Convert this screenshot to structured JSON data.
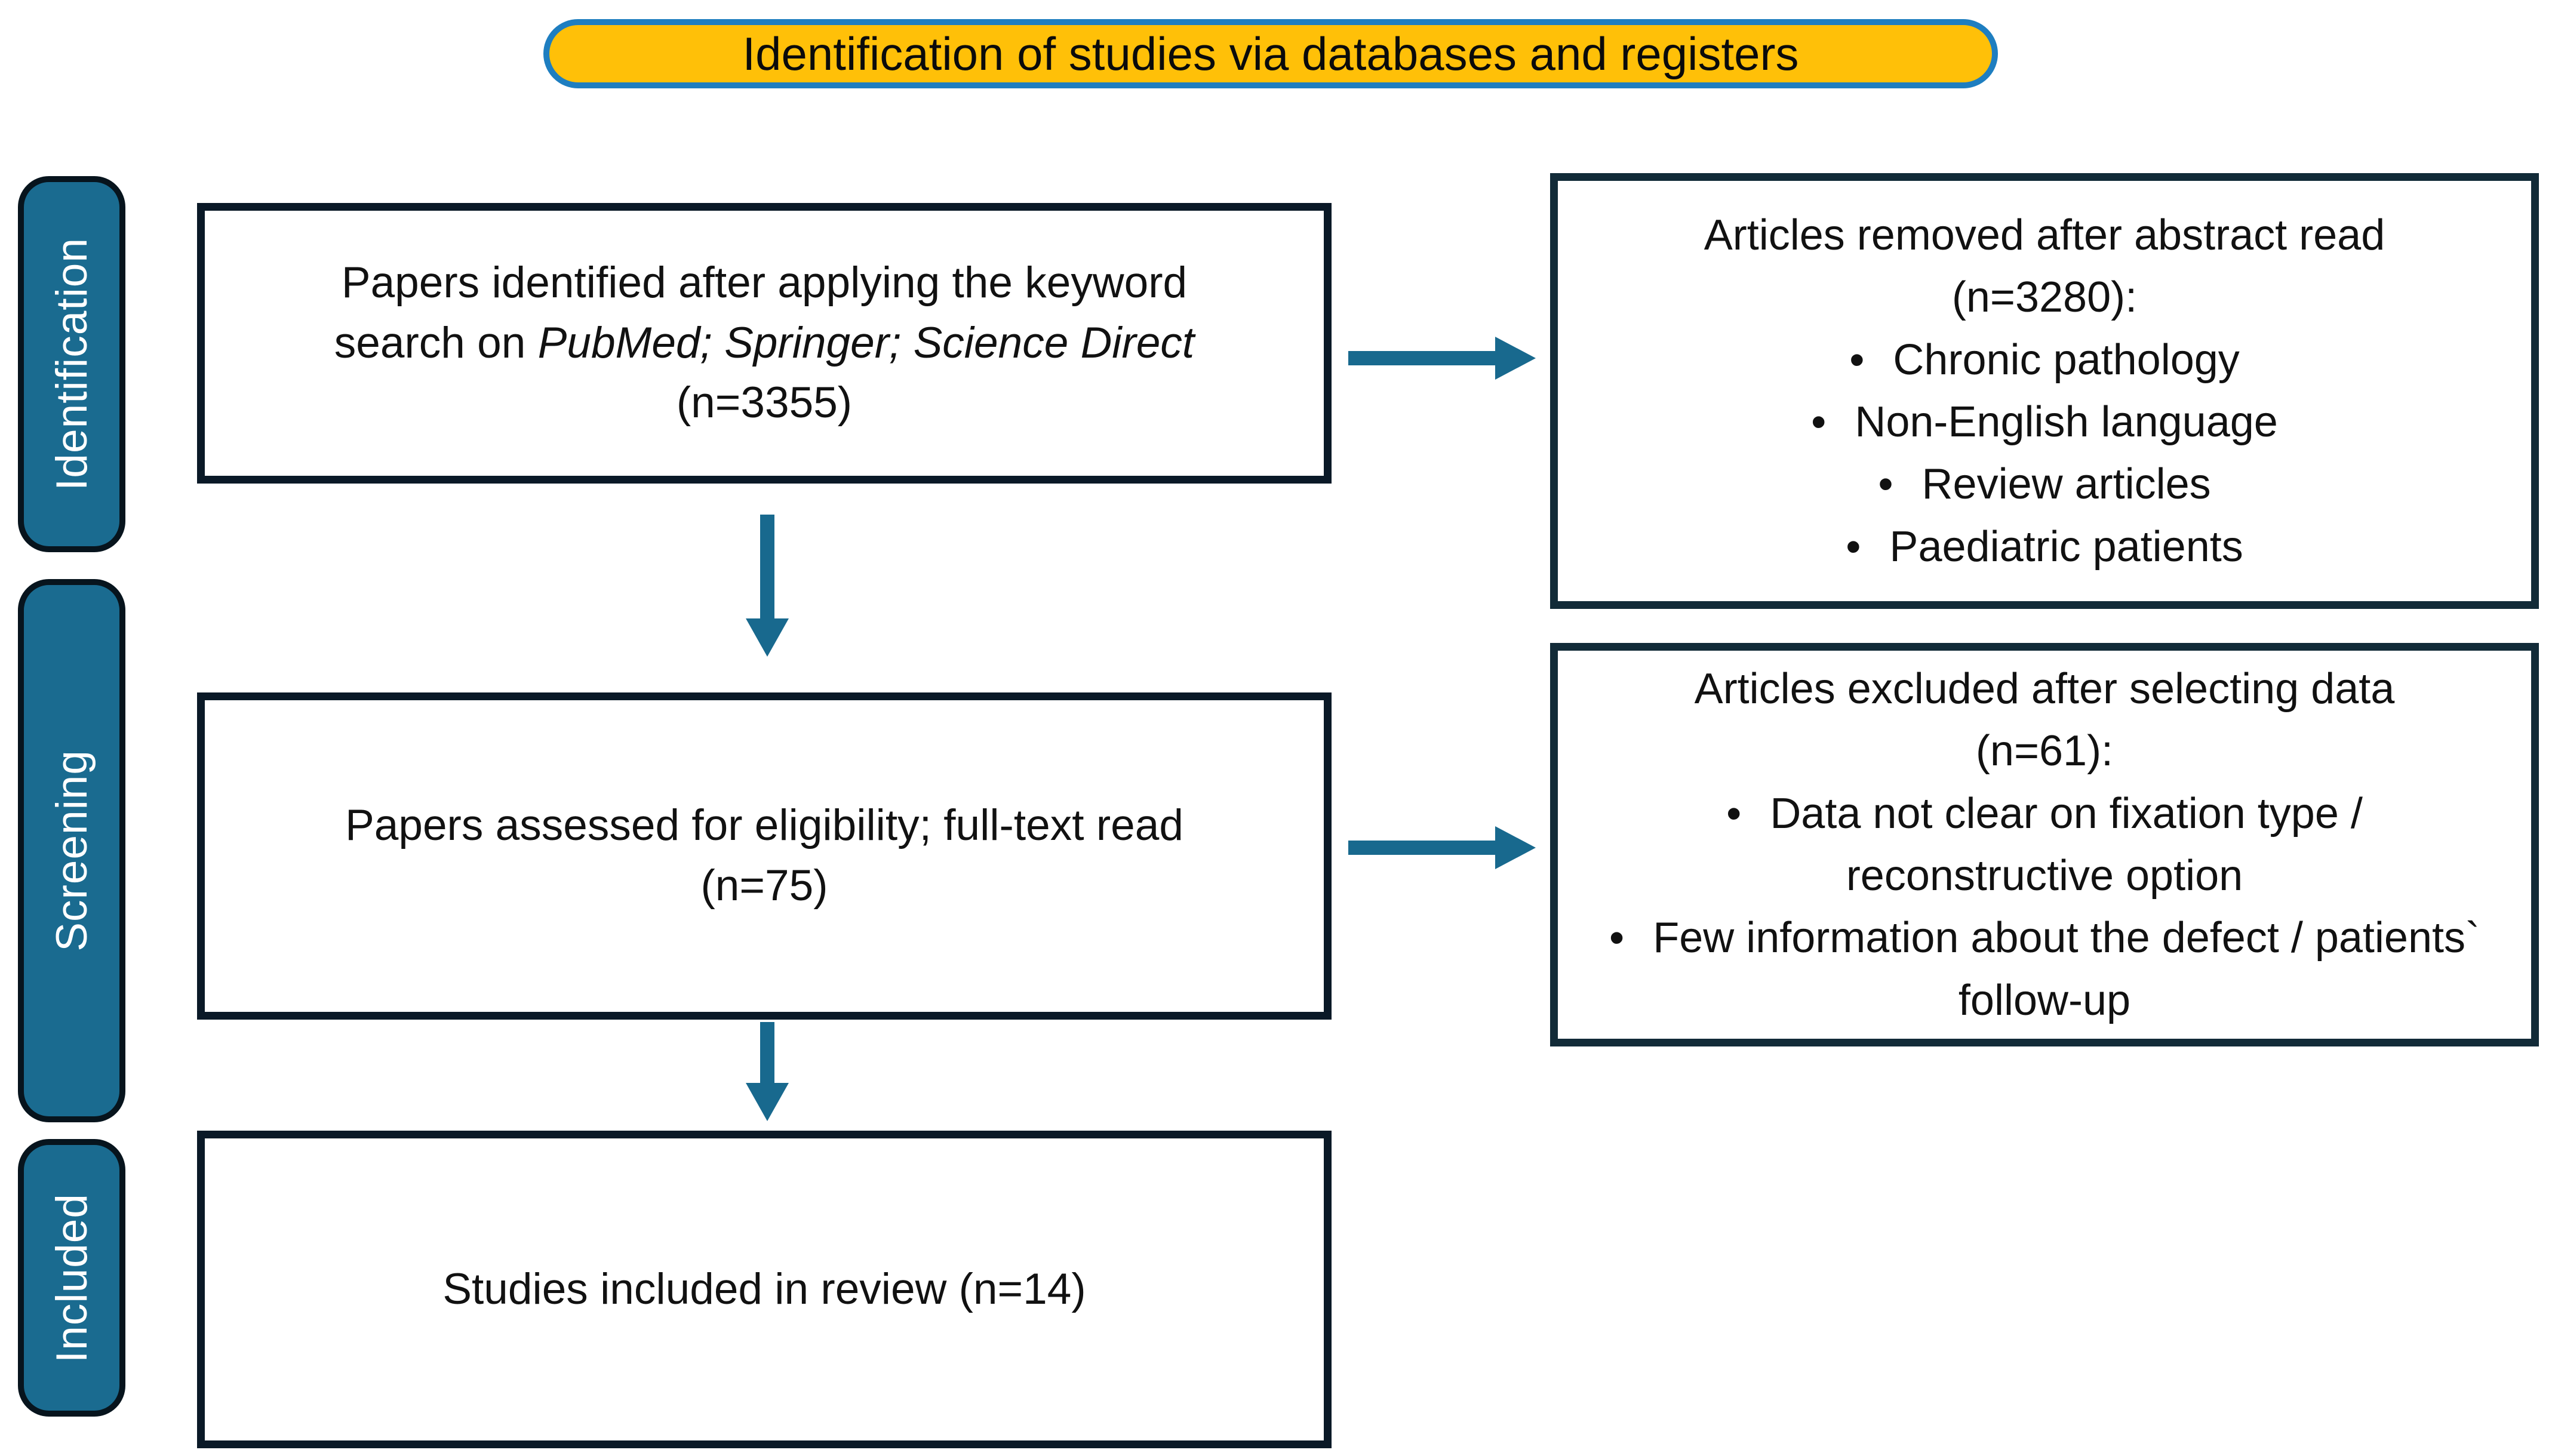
{
  "banner": {
    "label": "Identification of studies via databases and registers"
  },
  "sidebar": {
    "stages": [
      {
        "label": "Identification"
      },
      {
        "label": "Screening"
      },
      {
        "label": "Included"
      }
    ]
  },
  "flow": {
    "box1": {
      "text_regular": "Papers identified after applying the keyword search on ",
      "text_italic": "PubMed; Springer; Science Direct",
      "count": "(n=3355)"
    },
    "box2": {
      "text": "Papers assessed for eligibility; full-text read",
      "count": "(n=75)"
    },
    "box3": {
      "text": "Studies included in review (n=14)"
    }
  },
  "exclusions": {
    "box1": {
      "title": "Articles removed after abstract read",
      "count": "(n=3280):",
      "items": [
        "Chronic pathology",
        "Non-English language",
        "Review articles",
        "Paediatric patients"
      ]
    },
    "box2": {
      "title": "Articles excluded after selecting data",
      "count": "(n=61):",
      "items": [
        "Data not clear on fixation type / reconstructive option",
        "Few information about the defect / patients` follow-up"
      ]
    }
  },
  "misc": {
    "bullet": "•"
  },
  "colors": {
    "teal": "#1A6B90",
    "arrow": "#18698E",
    "banner-fill": "#FFC008",
    "banner-border": "#1E7EC0",
    "main-box-border": "#0A1927",
    "side-box-border": "#122B38",
    "stage-border": "#07141D",
    "stage-text": "#FFFFFF",
    "text": "#111111",
    "background": "#FFFFFF"
  }
}
